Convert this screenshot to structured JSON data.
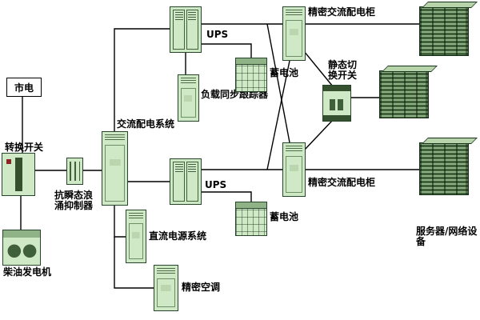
{
  "labels": {
    "mains": "市电",
    "transfer_switch": "转换开关",
    "surge_suppressor": "抗瞬态浪\n涌抑制器",
    "diesel": "柴油发电机",
    "ac_dist": "交流配电系统",
    "ups1": "UPS",
    "load_tracker": "负载同步跟踪器",
    "ups2": "UPS",
    "battery1": "蓄电池",
    "battery2": "蓄电池",
    "dc_power": "直流电源系统",
    "aircon": "精密空调",
    "pdist1": "精密交流配电柜",
    "static_switch": "静态切\n换开关",
    "pdist2": "精密交流配电柜",
    "servers": "服务器/网络设备"
  },
  "colors": {
    "device_fill": "#cfe8c6",
    "device_border": "#26452a",
    "rack_fill": "#3f6039",
    "wire": "#000000",
    "background": "#ffffff"
  }
}
